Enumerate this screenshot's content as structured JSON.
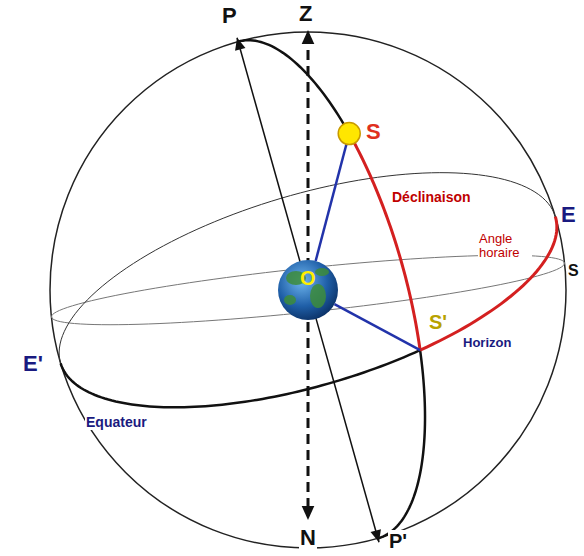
{
  "diagram": {
    "labels": [
      "P",
      "Z",
      "S",
      "Déclinaison",
      "E",
      "Angle horaire",
      "S'",
      "Horizon",
      "S",
      "O",
      "E'",
      "Equateur",
      "N",
      "P'"
    ]
  }
}
